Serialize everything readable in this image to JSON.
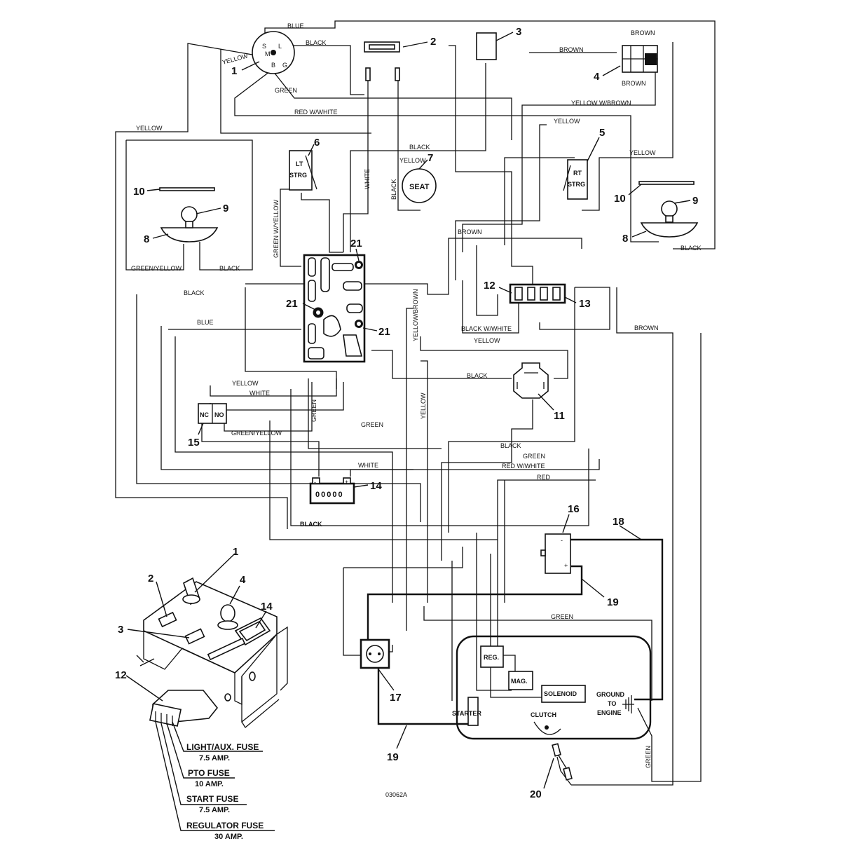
{
  "diagram_code": "03062A",
  "callouts": {
    "ignition_switch": "1",
    "light_switch": "2",
    "pto_switch": "3",
    "relay_4": "4",
    "rt_strg_switch": "5",
    "lt_strg_switch": "6",
    "seat_switch": "7",
    "headlight_left": "8",
    "headlight_right": "8",
    "bulb_left": "9",
    "bulb_right": "9",
    "lens_left": "10",
    "lens_right": "10",
    "relay_11": "11",
    "fuse_block_12": "12",
    "fuse_block_13": "13",
    "hour_meter": "14",
    "nc_no_switch": "15",
    "battery": "16",
    "battery_cable": "18",
    "battery_cable_19a": "19",
    "battery_cable_19b": "19",
    "starter_solenoid": "17",
    "clutch_connector": "20",
    "diode_a": "21",
    "diode_b": "21",
    "diode_c": "21",
    "dash_1": "1",
    "dash_2": "2",
    "dash_3": "3",
    "dash_4": "4",
    "dash_14": "14",
    "dash_12": "12"
  },
  "component_labels": {
    "lt_strg": [
      "LT",
      "STRG"
    ],
    "rt_strg": [
      "RT",
      "STRG"
    ],
    "seat": "SEAT",
    "nc": "NC",
    "no": "NO",
    "reg": "REG.",
    "mag": "MAG.",
    "solenoid": "SOLENOID",
    "starter": "STARTER",
    "clutch": "CLUTCH",
    "ground": [
      "GROUND",
      "TO",
      "ENGINE"
    ],
    "ignition_terminals": [
      "S",
      "L",
      "M",
      "B",
      "G"
    ],
    "hour_meter_digits": "00000",
    "battery_minus": "-",
    "battery_plus": "+"
  },
  "wire_labels": {
    "blue_top": "BLUE",
    "black_top": "BLACK",
    "yellow_left": "YELLOW",
    "green_top": "GREEN",
    "red_w_white": "RED W/WHITE",
    "brown_top": "BROWN",
    "brown_relay_top": "BROWN",
    "brown_relay_bottom": "BROWN",
    "yellow_w_brown": "YELLOW W/BROWN",
    "yellow_mid": "YELLOW",
    "yellow_right": "YELLOW",
    "yellow_far_left": "YELLOW",
    "black_seat": "BLACK",
    "yellow_seat": "YELLOW",
    "white_vert": "WHITE",
    "black_vert": "BLACK",
    "green_w_yellow": "GREEN W/YELLOW",
    "brown_mid": "BROWN",
    "black_right": "BLACK",
    "green_yellow_light": "GREEN/YELLOW",
    "black_light": "BLACK",
    "black_left": "BLACK",
    "blue_left": "BLUE",
    "yellow_brown_vert": "YELLOW/BROWN",
    "black_w_white": "BLACK W/WHITE",
    "yellow_relay": "YELLOW",
    "brown_right": "BROWN",
    "black_relay": "BLACK",
    "yellow_15": "YELLOW",
    "white_15": "WHITE",
    "green_vert": "GREEN",
    "green_mid": "GREEN",
    "yellow_vert": "YELLOW",
    "green_yellow_15": "GREEN/YELLOW",
    "black_low": "BLACK",
    "white_14": "WHITE",
    "green_low": "GREEN",
    "red_w_white_low": "RED W/WHITE",
    "red": "RED",
    "black_bottom": "BLACK",
    "green_engine": "GREEN",
    "green_vert_right": "GREEN"
  },
  "fuses": [
    {
      "name": "LIGHT/AUX. FUSE",
      "rating": "7.5 AMP."
    },
    {
      "name": "PTO FUSE",
      "rating": "10 AMP."
    },
    {
      "name": "START FUSE",
      "rating": "7.5 AMP."
    },
    {
      "name": "REGULATOR FUSE",
      "rating": "30 AMP."
    }
  ]
}
